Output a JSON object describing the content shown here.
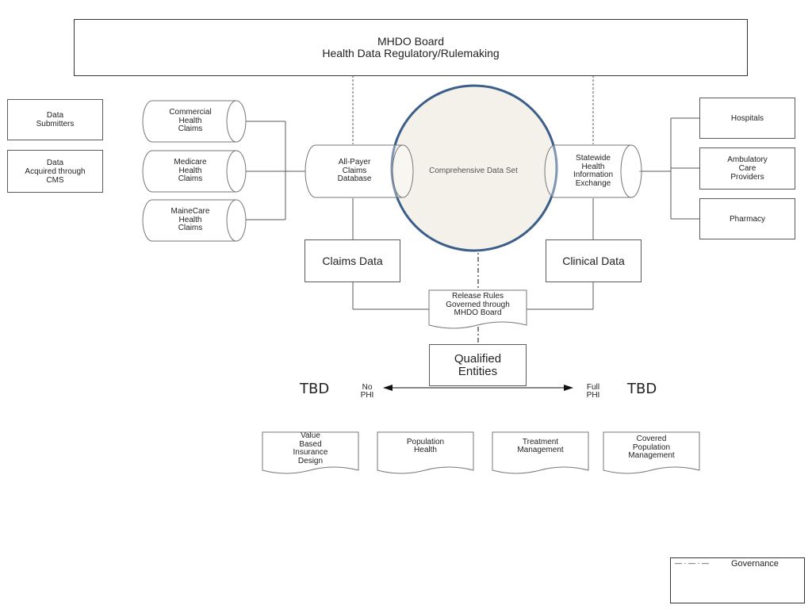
{
  "header": {
    "title": "MHDO Board",
    "subtitle": "Health Data Regulatory/Rulemaking"
  },
  "sources": {
    "data_submitters": "Data\nSubmitters",
    "data_cms": "Data\nAcquired through\nCMS"
  },
  "claims": {
    "commercial": "Commercial\nHealth\nClaims",
    "medicare": "Medicare\nHealth\nClaims",
    "mainecare": "MaineCare\nHealth\nClaims"
  },
  "apcd": "All-Payer\nClaims\nDatabase",
  "comprehensive": "Comprehensive Data Set",
  "hie": "Statewide\nHealth\nInformation\nExchange",
  "providers": {
    "hospitals": "Hospitals",
    "ambulatory": "Ambulatory\nCare\nProviders",
    "pharmacy": "Pharmacy"
  },
  "claims_data": "Claims Data",
  "clinical_data": "Clinical Data",
  "release_rules": "Release Rules\nGoverned through\nMHDO Board",
  "qualified": "Qualified\nEntities",
  "spectrum": {
    "left": "No\nPHI",
    "right": "Full\nPHI",
    "tbd_left": "TBD",
    "tbd_right": "TBD"
  },
  "uses": {
    "vbid": "Value\nBased\nInsurance\nDesign",
    "population": "Population\nHealth",
    "treatment": "Treatment\nManagement",
    "covered": "Covered\nPopulation\nManagement"
  },
  "legend": {
    "symbol": "— · — · —",
    "label": "Governance"
  },
  "colors": {
    "circle_stroke": "#3b5f8a",
    "circle_fill": "#f3f1ea",
    "line": "#5a5a5a"
  }
}
